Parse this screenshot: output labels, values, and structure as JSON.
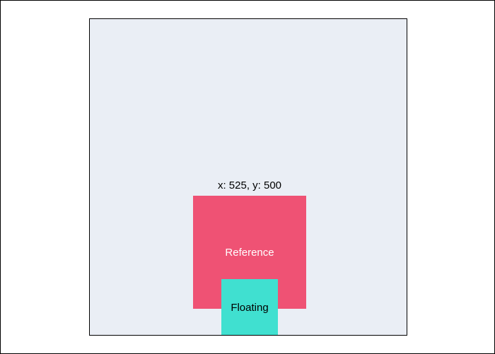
{
  "readout": {
    "text": "x: 525, y: 500"
  },
  "reference": {
    "label": "Reference",
    "color": "#ef5274"
  },
  "floating": {
    "label": "Floating",
    "color": "#40e0d0"
  },
  "container": {
    "color": "#eaeef5"
  }
}
